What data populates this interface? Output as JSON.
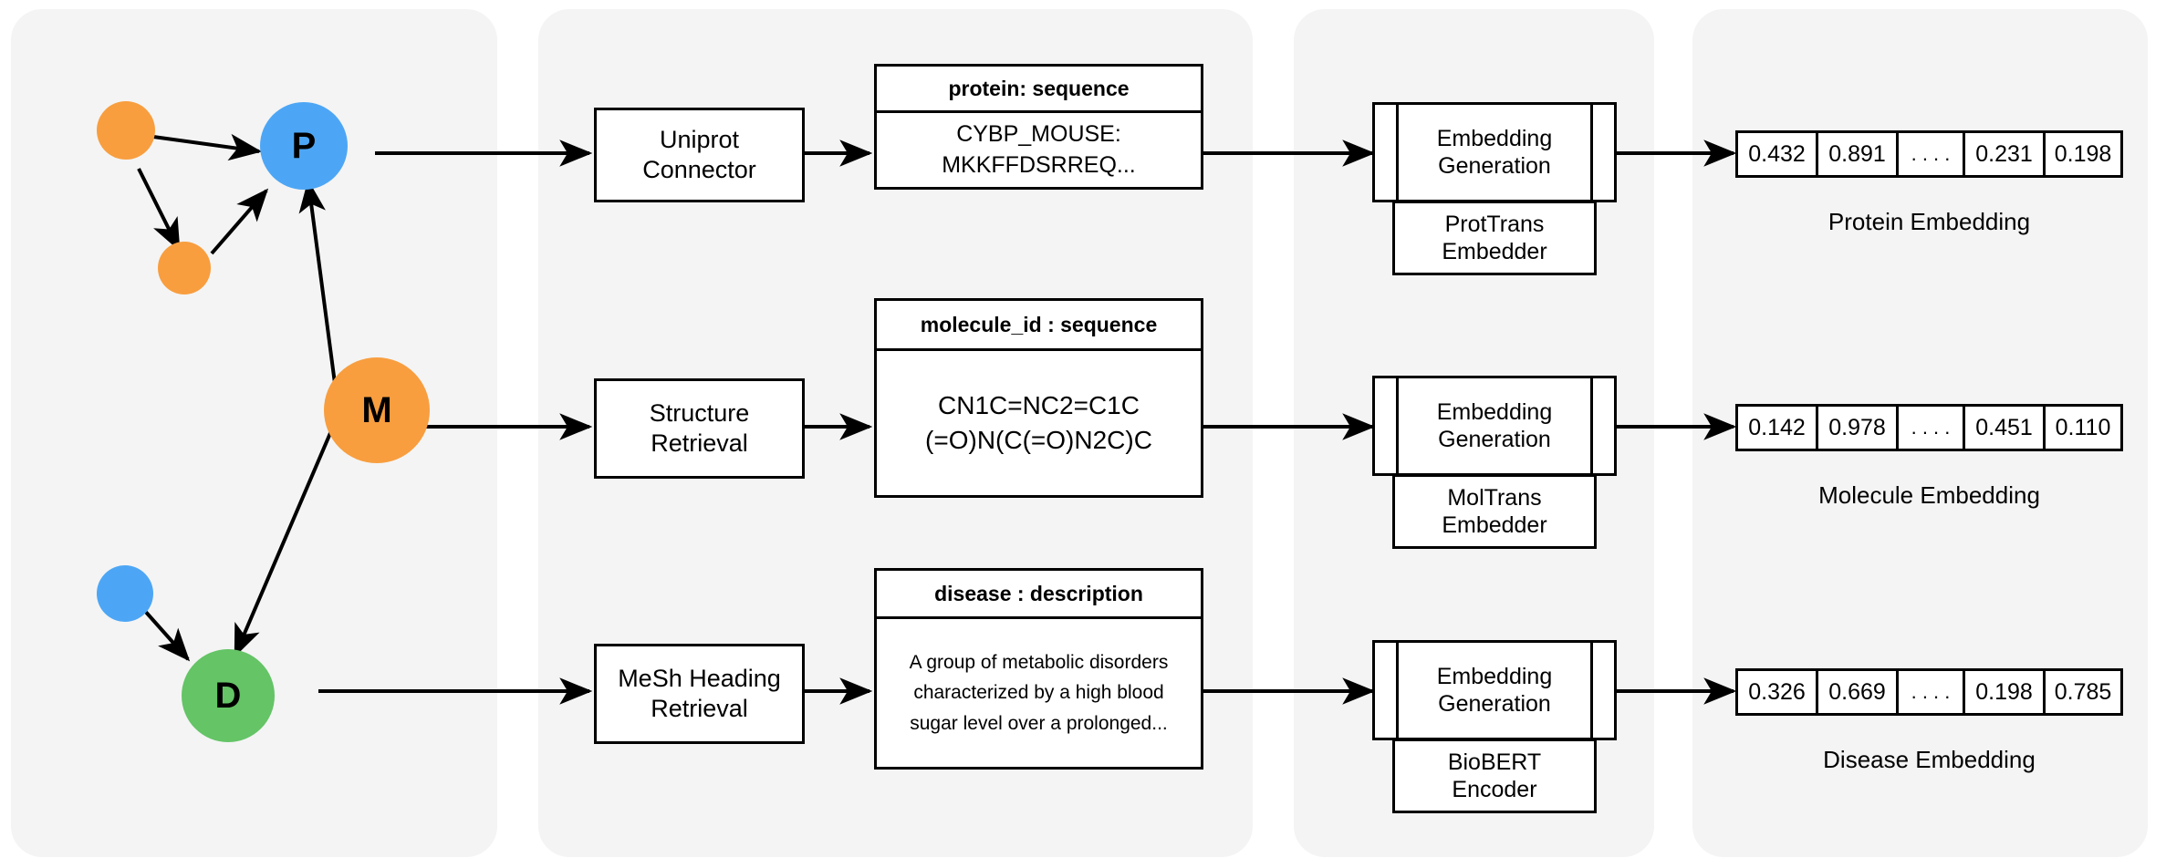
{
  "panels": [
    {
      "name": "knowledge-graph-panel"
    },
    {
      "name": "retrieval-panel"
    },
    {
      "name": "embedding-generation-panel"
    },
    {
      "name": "embedding-output-panel"
    }
  ],
  "graph": {
    "nodes": [
      {
        "id": "orange-small-top",
        "label": "",
        "color": "#F89E3F"
      },
      {
        "id": "orange-small-mid",
        "label": "",
        "color": "#F89E3F"
      },
      {
        "id": "protein",
        "label": "P",
        "color": "#4DA6F5"
      },
      {
        "id": "molecule",
        "label": "M",
        "color": "#F89E3F"
      },
      {
        "id": "blue-small",
        "label": "",
        "color": "#4DA6F5"
      },
      {
        "id": "disease",
        "label": "D",
        "color": "#64C466"
      }
    ]
  },
  "rows": [
    {
      "key": "protein",
      "connector_label": "Uniprot\nConnector",
      "connector_line1": "Uniprot",
      "connector_line2": "Connector",
      "record_header": "protein: sequence",
      "record_line1": "CYBP_MOUSE:",
      "record_line2": "MKKFFDSRREQ...",
      "component_title_line1": "Embedding",
      "component_title_line2": "Generation",
      "component_sub_line1": "ProtTrans",
      "component_sub_line2": "Embedder",
      "vector": [
        "0.432",
        "0.891",
        ". . . .",
        "0.231",
        "0.198"
      ],
      "vector_label": "Protein Embedding"
    },
    {
      "key": "molecule",
      "connector_line1": "Structure",
      "connector_line2": "Retrieval",
      "record_header": "molecule_id : sequence",
      "record_line1": "CN1C=NC2=C1C",
      "record_line2": "(=O)N(C(=O)N2C)C",
      "component_title_line1": "Embedding",
      "component_title_line2": "Generation",
      "component_sub_line1": "MolTrans",
      "component_sub_line2": "Embedder",
      "vector": [
        "0.142",
        "0.978",
        ". . . .",
        "0.451",
        "0.110"
      ],
      "vector_label": "Molecule Embedding"
    },
    {
      "key": "disease",
      "connector_line1": "MeSh Heading",
      "connector_line2": "Retrieval",
      "record_header": "disease : description",
      "record_line1": "A group of metabolic disorders",
      "record_line2": "characterized by a high blood",
      "record_line3": "sugar level over a prolonged...",
      "component_title_line1": "Embedding",
      "component_title_line2": "Generation",
      "component_sub_line1": "BioBERT",
      "component_sub_line2": "Encoder",
      "vector": [
        "0.326",
        "0.669",
        ". . . .",
        "0.198",
        "0.785"
      ],
      "vector_label": "Disease Embedding"
    }
  ],
  "colors": {
    "panel_bg": "#f4f4f4",
    "orange": "#F89E3F",
    "blue": "#4DA6F5",
    "green": "#64C466",
    "stroke": "#000000",
    "page_bg": "#ffffff"
  }
}
